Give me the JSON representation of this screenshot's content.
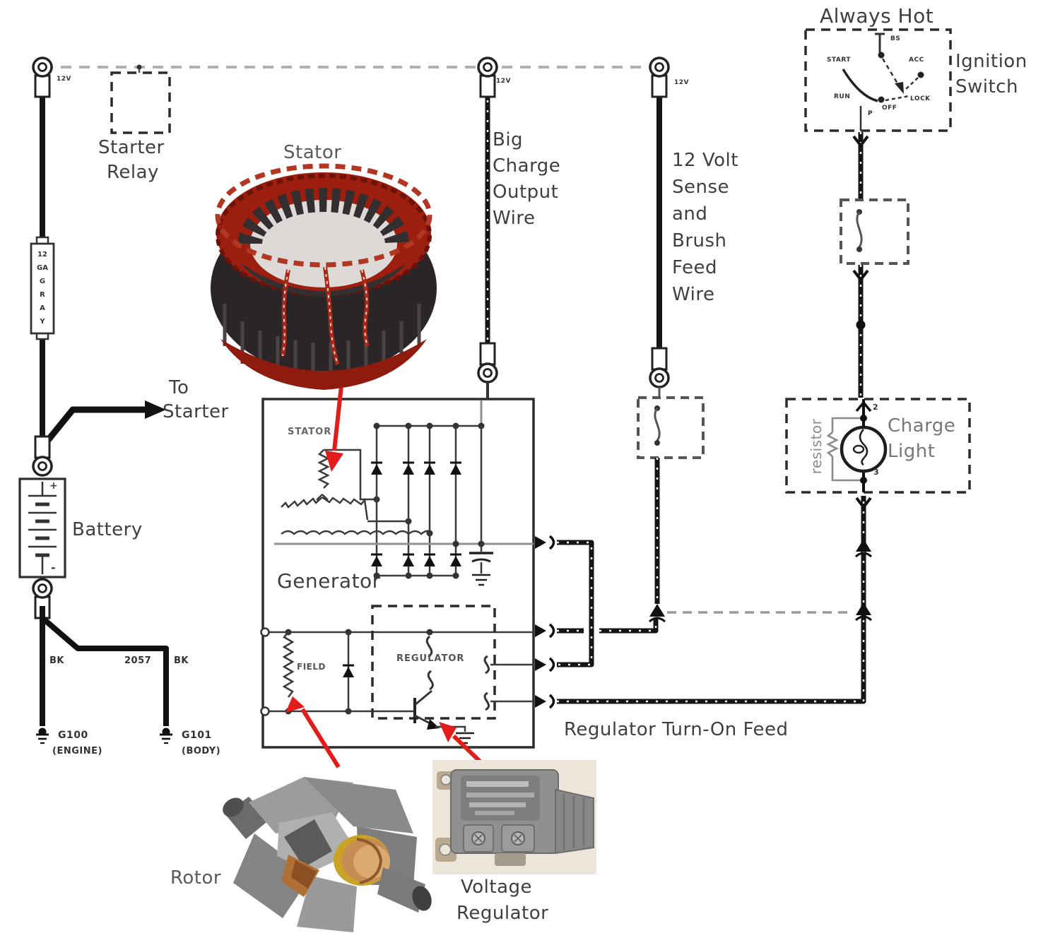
{
  "ignition": {
    "always_hot": "Always Hot",
    "switch_name_1": "Ignition",
    "switch_name_2": "Switch",
    "terminals": {
      "bs": "BS",
      "start": "START",
      "run": "RUN",
      "off": "OFF",
      "acc": "ACC",
      "lock": "LOCK",
      "p": "P"
    }
  },
  "starter_relay": {
    "line1": "Starter",
    "line2": "Relay"
  },
  "terminals_12v": {
    "left": "12V",
    "mid": "12V",
    "right": "12V"
  },
  "fusible_link": {
    "l1": "12",
    "l2": "GA",
    "l3": "G",
    "l4": "R",
    "l5": "A",
    "l6": "Y"
  },
  "to_starter": {
    "line1": "To",
    "line2": "Starter"
  },
  "battery": {
    "label": "Battery",
    "plus": "+",
    "minus": "-"
  },
  "grounds": {
    "bk_left": "BK",
    "circuit_number": "2057",
    "bk_right": "BK",
    "g100": "G100",
    "g100_loc": "(ENGINE)",
    "g101": "G101",
    "g101_loc": "(BODY)"
  },
  "stator_photo": {
    "label": "Stator"
  },
  "rotor_photo": {
    "label": "Rotor"
  },
  "regulator_photo": {
    "line1": "Voltage",
    "line2": "Regulator"
  },
  "generator": {
    "label": "Generator",
    "stator": "STATOR",
    "field": "FIELD",
    "regulator": "REGULATOR"
  },
  "wires": {
    "big_charge": [
      "Big",
      "Charge",
      "Output",
      "Wire"
    ],
    "sense": [
      "12 Volt",
      "Sense",
      "and",
      "Brush",
      "Feed",
      "Wire"
    ],
    "turn_on": "Regulator Turn-On Feed"
  },
  "charge_light": {
    "line1": "Charge",
    "line2": "Light",
    "resistor": "resistor",
    "terminal_top": "2",
    "terminal_bottom": "3"
  },
  "colors": {
    "wire_black": "#151515",
    "bus_gray": "#b0b0b0",
    "arrow_red": "#e21b1b",
    "stator_red": "#9c1e0f",
    "copper": "#c68c55"
  }
}
